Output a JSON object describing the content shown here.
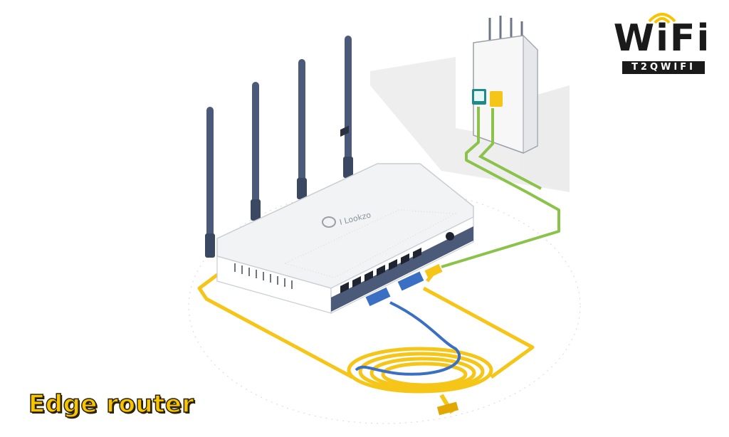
{
  "caption": "Edge router",
  "logo": {
    "main": "WiFi",
    "sub": "T2QWIFI"
  },
  "router": {
    "brand_text": "I Lookzo"
  },
  "colors": {
    "yellow_cable": "#f5c518",
    "blue_cable": "#3a6fc4",
    "green_cable": "#8bc34a",
    "antenna": "#4a5a78",
    "router_body": "#f2f3f5",
    "accent_text": "#f6c400"
  },
  "icons": [
    "wifi-arcs-icon",
    "modem-port-icon"
  ]
}
